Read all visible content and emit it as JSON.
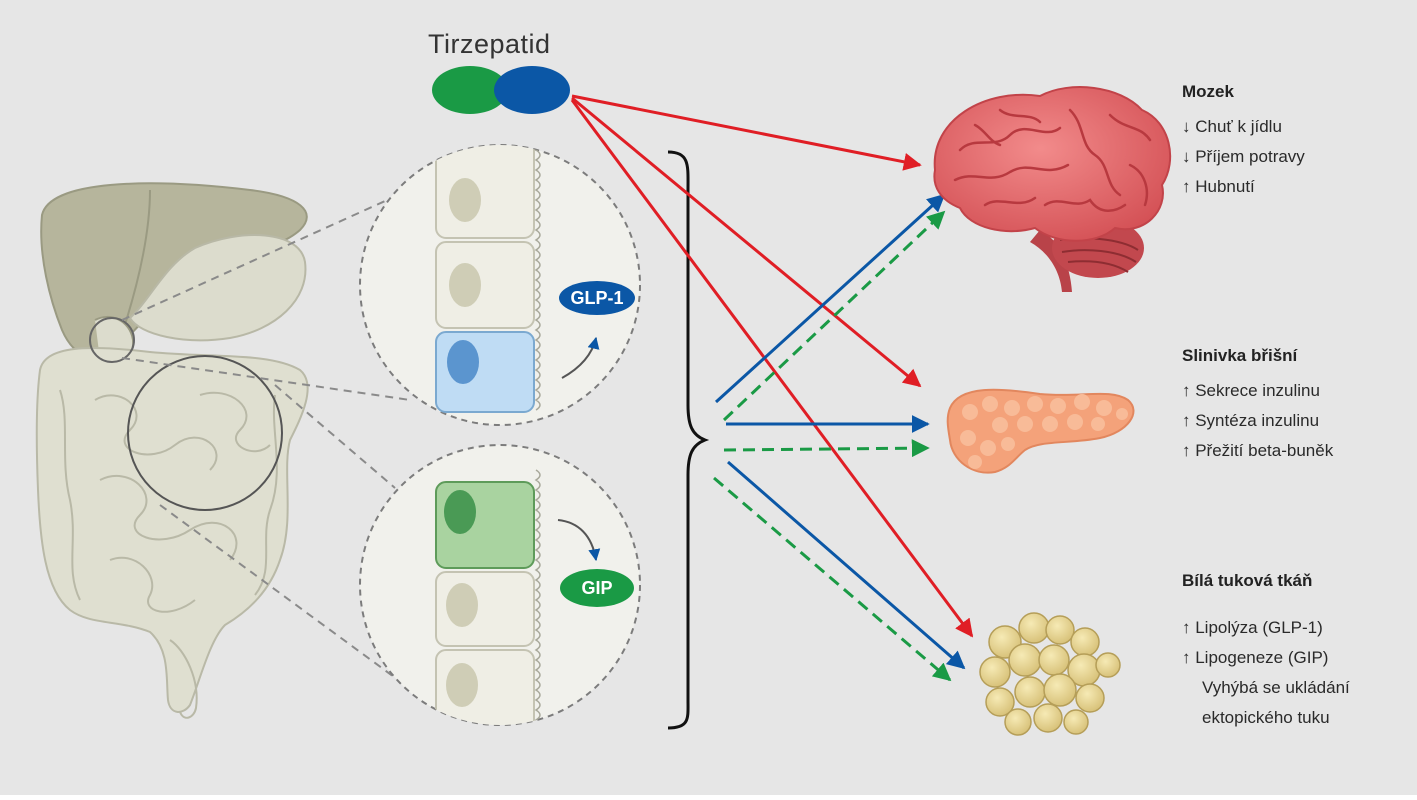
{
  "drug": {
    "name": "Tirzepatid",
    "colors": {
      "gip": "#1a9a45",
      "glp1": "#0b57a6"
    }
  },
  "hormones": [
    {
      "id": "glp1",
      "label": "GLP-1",
      "color": "#0b57a6"
    },
    {
      "id": "gip",
      "label": "GIP",
      "color": "#1a9a45"
    }
  ],
  "arrow_colors": {
    "drug": "#e01e25",
    "glp1": "#0b57a6",
    "gip": "#1a9a45"
  },
  "organs": [
    {
      "id": "brain",
      "name": "Mozek",
      "icon": "brain-icon",
      "effects": [
        "↓ Chuť k jídlu",
        "↓ Příjem potravy",
        "↑ Hubnutí"
      ]
    },
    {
      "id": "pancreas",
      "name": "Slinivka břišní",
      "icon": "pancreas-icon",
      "effects": [
        "↑ Sekrece inzulinu",
        "↑ Syntéza inzulinu",
        "↑ Přežití beta-buněk"
      ]
    },
    {
      "id": "fat",
      "name": "Bílá tuková tkáň",
      "icon": "fat-cells-icon",
      "effects": [
        "↑ Lipolýza (GLP-1)",
        "↑ Lipogeneze (GIP)",
        "  Vyhýbá se ukládání",
        "  ektopického tuku"
      ]
    }
  ]
}
